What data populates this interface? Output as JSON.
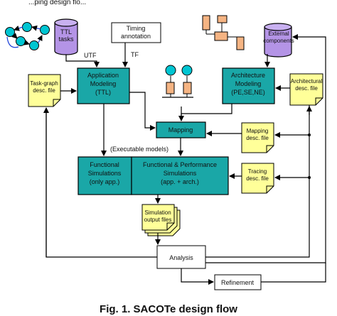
{
  "top_crop": "...ping design flo...",
  "ttl_tasks": "TTL\ntasks",
  "timing_annotation": "Timing\nannotation",
  "external_components": "External\ncomponents",
  "utf": "UTF",
  "tf": "TF",
  "task_graph_desc_file": "Task-graph\ndesc. file",
  "application_modeling": "Application\nModeling\n(TTL)",
  "mapping": "Mapping",
  "architecture_modeling": "Architecture\nModeling\n(PE,SE,NE)",
  "architectural_desc_file": "Architectural\ndesc. file",
  "mapping_desc_file": "Mapping\ndesc. file",
  "executable_models": "(Executable models)",
  "functional_simulations": "Functional\nSimulations\n(only app.)",
  "functional_performance_simulations": "Functional & Performance\nSimulations\n(app. + arch.)",
  "tracing_desc_file": "Tracing\ndesc. file",
  "simulation_output_files": "Simulation\noutput files",
  "analysis": "Analysis",
  "refinement": "Refinement",
  "caption": "Fig. 1. SACOTe design flow",
  "colors": {
    "teal": "#1aa7a7",
    "note": "#ffff99",
    "node": "#00c5d2",
    "cyl": "#b494e6",
    "orange": "#f5b483"
  }
}
